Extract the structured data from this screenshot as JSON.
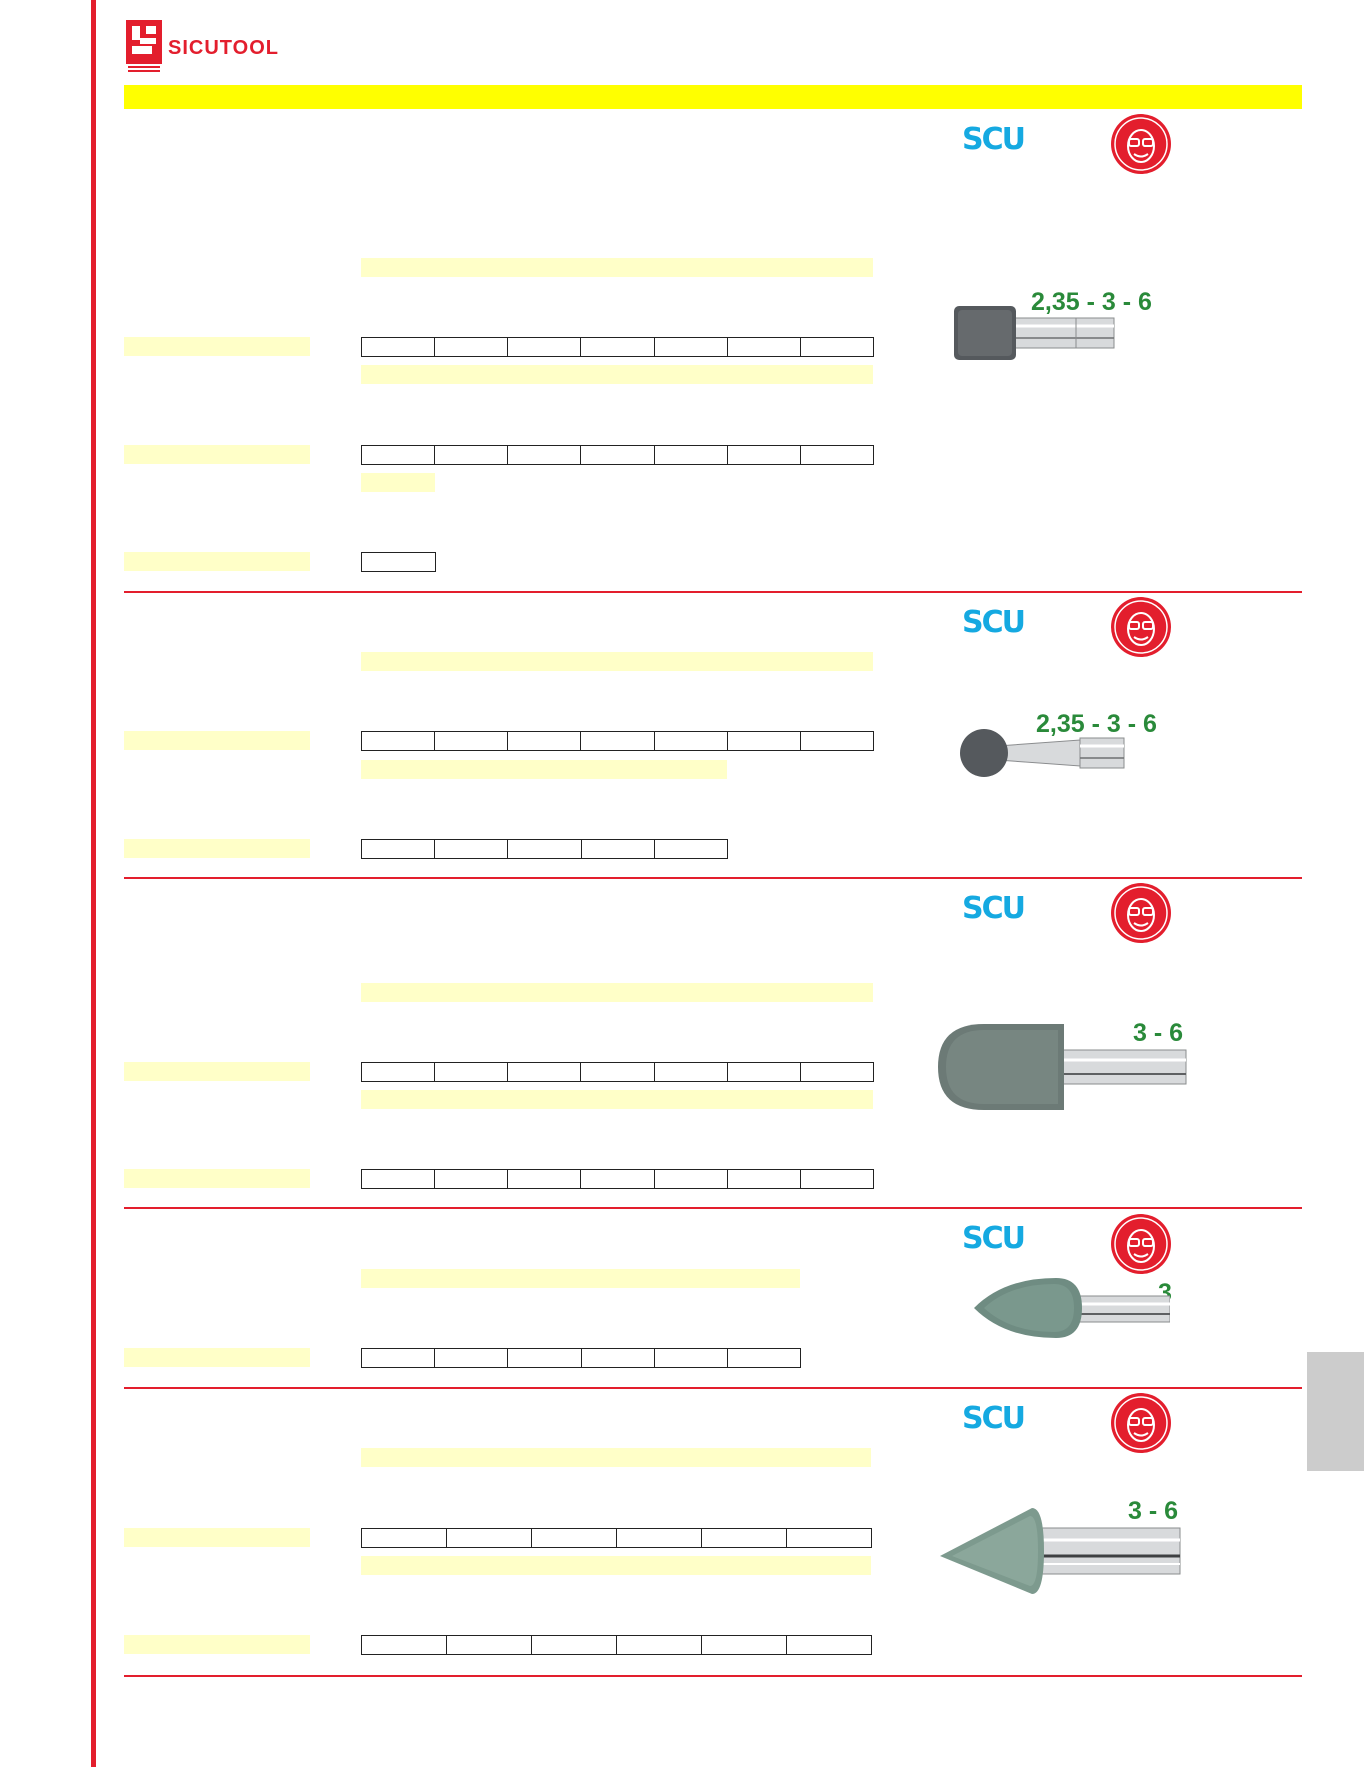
{
  "brand": {
    "name": "SICUTOOL",
    "logo_small_text": "SICUTOOL"
  },
  "colors": {
    "brand_red": "#e31e2d",
    "title_yellow": "#ffff00",
    "highlight": "#ffffc8",
    "scu_blue": "#15a9e1",
    "dim_green": "#2a8a3a"
  },
  "sections": [
    {
      "scu_label": "SCU",
      "badge_icon": "safety-goggles-face-icon",
      "shank": "2,35 - 3 - 6",
      "tool_shape": "cylinder"
    },
    {
      "scu_label": "SCU",
      "badge_icon": "safety-goggles-face-icon",
      "shank": "2,35 - 3 - 6",
      "tool_shape": "ball"
    },
    {
      "scu_label": "SCU",
      "badge_icon": "safety-goggles-face-icon",
      "shank": "3 - 6",
      "tool_shape": "bullet"
    },
    {
      "scu_label": "SCU",
      "badge_icon": "safety-goggles-face-icon",
      "shank": "3",
      "tool_shape": "egg-point"
    },
    {
      "scu_label": "SCU",
      "badge_icon": "safety-goggles-face-icon",
      "shank": "3 - 6",
      "tool_shape": "cone"
    }
  ]
}
